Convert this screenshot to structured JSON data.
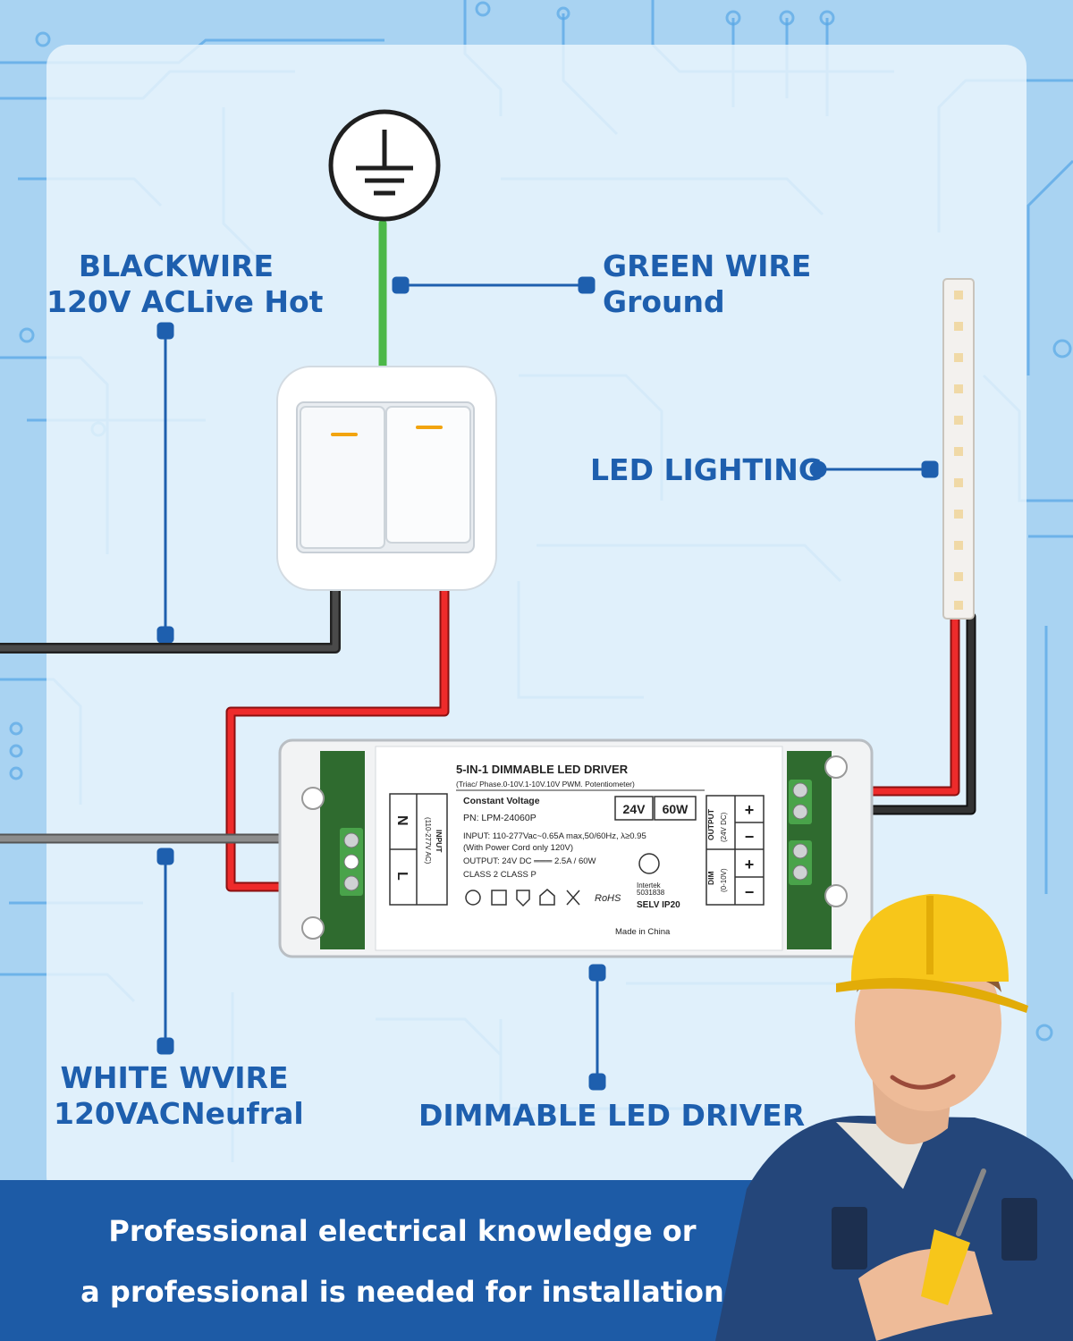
{
  "labels": {
    "black_wire": {
      "line1": "BLACKWIRE",
      "line2": "120V ACLive Hot"
    },
    "green_wire": {
      "line1": "GREEN WIRE",
      "line2": "Ground"
    },
    "led_lighting": "LED LIGHTING",
    "white_wire": {
      "line1": "WHITE WVIRE",
      "line2": "120VACNeufral"
    },
    "driver": "DIMMABLE LED DRIVER"
  },
  "driver_label": {
    "title": "5-IN-1 DIMMABLE LED DRIVER",
    "subtitle": "(Triac/ Phase.0-10V.1-10V.10V PWM. Potentiometer)",
    "constant_voltage": "Constant Voltage",
    "voltage_badge": "24V",
    "wattage_badge": "60W",
    "pn": "PN:  LPM-24060P",
    "input_spec": "INPUT: 110-277Vac~0.65A max,50/60Hz,  λ≥0.95",
    "power_cord": "(With Power Cord only 120V)",
    "output_spec": "OUTPUT:  24V DC ═══ 2.5A / 60W",
    "class": "CLASS 2    CLASS P",
    "intertek": "Intertek",
    "cert_no": "5031838",
    "rating": "SELV  IP20",
    "rohs": "RoHS",
    "made_in": "Made in China",
    "input_block": {
      "title": "INPUT",
      "range": "(110-277V AC)",
      "n": "N",
      "l": "L"
    },
    "output_block": {
      "title": "OUTPUT",
      "range": "(24V DC)",
      "plus": "+",
      "minus": "−"
    },
    "dim_block": {
      "title": "DIM",
      "range": "(0-10V)",
      "plus": "+",
      "minus": "−"
    }
  },
  "banner": {
    "line1": "Professional electrical knowledge or",
    "line2": "a professional is needed for installation"
  },
  "colors": {
    "accent_blue": "#1e5fae",
    "banner_blue": "#1d5ba6",
    "wire_red": "#ee2b2b",
    "wire_green": "#4cb848",
    "wire_black": "#3a3a3a",
    "wire_gray": "#7a7a7a",
    "helmet_yellow": "#f7c61a"
  },
  "icons": [
    "ground-symbol-icon",
    "wall-switch-icon",
    "led-strip-icon",
    "led-driver-icon",
    "electrician-figure"
  ]
}
